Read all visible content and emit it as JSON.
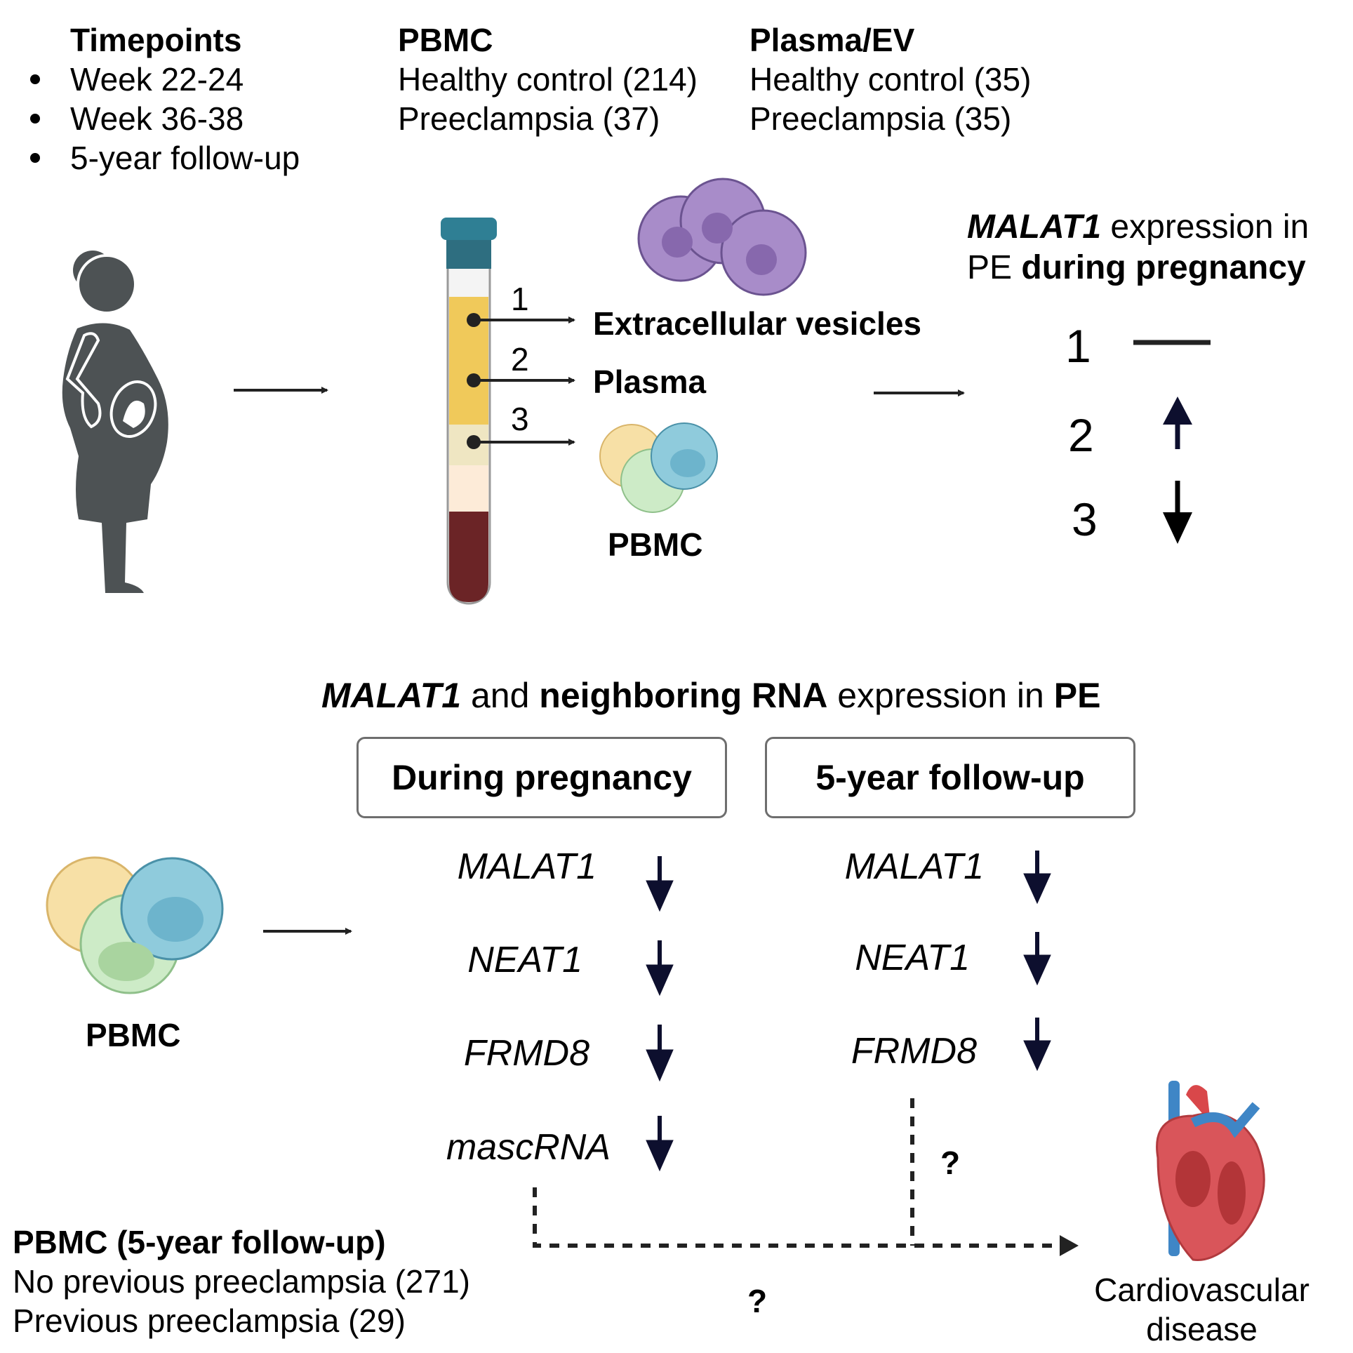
{
  "timepoints": {
    "title": "Timepoints",
    "items": [
      "Week 22-24",
      "Week 36-38",
      "5-year follow-up"
    ]
  },
  "pbmc_cohort": {
    "title": "PBMC",
    "rows": [
      "Healthy control (214)",
      "Preeclampsia (37)"
    ]
  },
  "plasma_cohort": {
    "title": "Plasma/EV",
    "rows": [
      "Healthy control (35)",
      "Preeclampsia (35)"
    ]
  },
  "tube": {
    "layer_numbers": [
      "1",
      "2",
      "3"
    ],
    "labels": [
      "Extracellular vesicles",
      "Plasma",
      "PBMC"
    ]
  },
  "malat1_result": {
    "heading_gene": "MALAT1",
    "heading_rest1": " expression in",
    "heading_line2_a": "PE ",
    "heading_line2_b": "during pregnancy",
    "rows": [
      {
        "number": "1",
        "direction": "unchanged"
      },
      {
        "number": "2",
        "direction": "up"
      },
      {
        "number": "3",
        "direction": "down"
      }
    ]
  },
  "section2": {
    "title_gene": "MALAT1",
    "title_and": " and ",
    "title_bold": "neighboring RNA",
    "title_rest": " expression in ",
    "title_pe": "PE",
    "box_pregnancy": "During pregnancy",
    "box_followup": "5-year follow-up",
    "pregnancy_genes": [
      {
        "name": "MALAT1",
        "direction": "down"
      },
      {
        "name": "NEAT1",
        "direction": "down"
      },
      {
        "name": "FRMD8",
        "direction": "down"
      },
      {
        "name": "mascRNA",
        "direction": "down"
      }
    ],
    "followup_genes": [
      {
        "name": "MALAT1",
        "direction": "down"
      },
      {
        "name": "NEAT1",
        "direction": "down"
      },
      {
        "name": "FRMD8",
        "direction": "down"
      }
    ],
    "pbmc_label": "PBMC",
    "question_mark": "?"
  },
  "followup_cohort": {
    "title": "PBMC (5-year follow-up)",
    "rows": [
      "No previous preeclampsia (271)",
      "Previous preeclampsia (29)"
    ]
  },
  "outcome": {
    "line1": "Cardiovascular",
    "line2": "disease"
  },
  "colors": {
    "silhouette": "#4d5254",
    "arrow_navy": "#0d0f2e",
    "plasma_yellow": "#f0c95a",
    "buffy": "#efe6c2",
    "blood": "#6b2426",
    "cap": "#2f7f94",
    "ev_purple": "#a88cc9",
    "box_border": "#6e6e6e"
  }
}
